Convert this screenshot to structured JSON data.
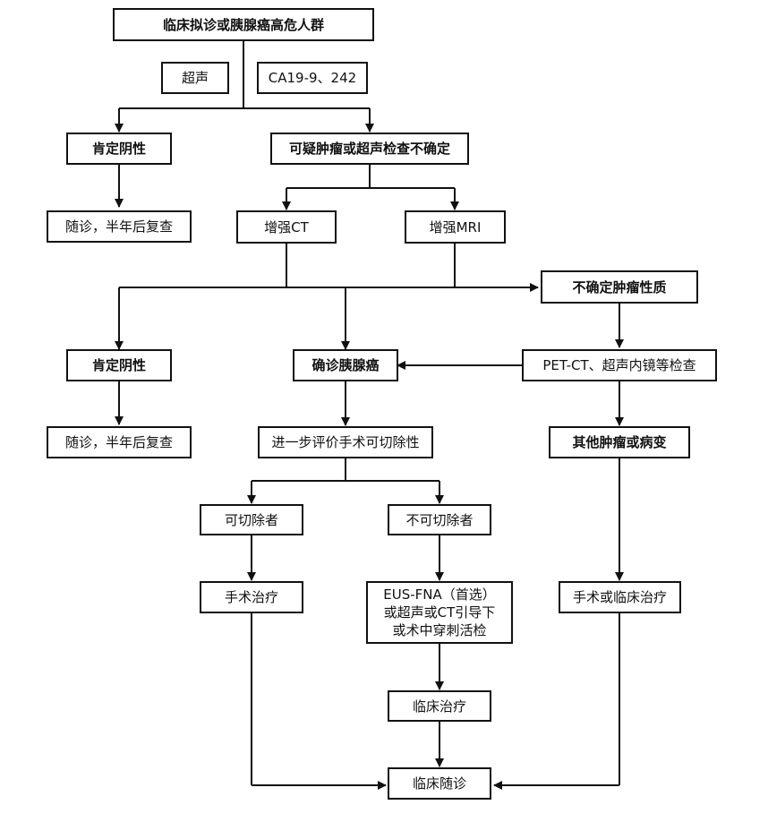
{
  "nodes": {
    "top": "临床拟诊或胰腺癌高危人群",
    "ultrasound": "超声",
    "markers": "CA19-9、242",
    "neg1": "肯定阴性",
    "suspect": "可疑肿瘤或超声检查不确定",
    "follow1": "随诊，半年后复查",
    "ct": "增强CT",
    "mri": "增强MRI",
    "uncertain": "不确定肿瘤性质",
    "neg2": "肯定阴性",
    "confirmed": "确诊胰腺癌",
    "pet": "PET-CT、超声内镜等检查",
    "follow2": "随诊，半年后复查",
    "evaluate": "进一步评价手术可切除性",
    "other": "其他肿瘤或病变",
    "resectable": "可切除者",
    "unresectable": "不可切除者",
    "surgery": "手术治疗",
    "biopsy": "EUS-FNA（首选）\n或超声或CT引导下\n或术中穿刺活检",
    "surgery_or_clinical": "手术或临床治疗",
    "clinical_treatment": "临床治疗",
    "followup_final": "临床随诊"
  }
}
